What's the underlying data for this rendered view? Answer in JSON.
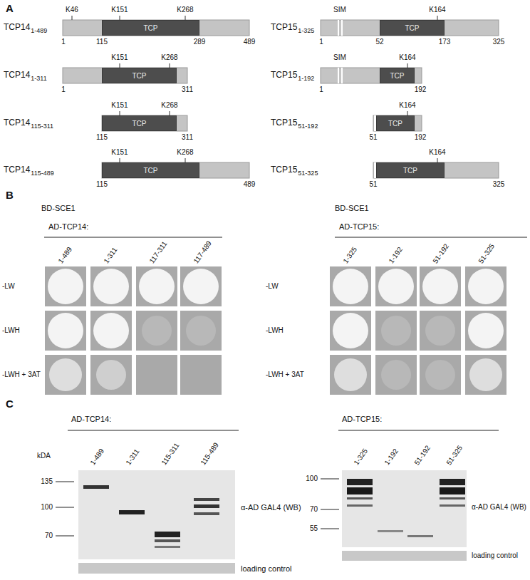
{
  "diagram": {
    "nodes": [
      {
        "text": [
          "TCP"
        ]
      },
      {
        "text": [
          "TCP"
        ]
      },
      {
        "text": [
          "TCP"
        ]
      },
      {
        "text": [
          "TCP"
        ]
      },
      {
        "text": [
          "TCP"
        ]
      },
      {
        "text": [
          "TCP"
        ]
      },
      {
        "text": [
          "TCP"
        ]
      },
      {
        "text": [
          "TCP"
        ]
      }
    ],
    "labels": [
      "A",
      "TCP14",
      "1-489",
      "K46",
      "K151",
      "K268",
      "1",
      "115",
      "289",
      "489",
      "TCP14",
      "1-311",
      "K151",
      "K268",
      "1",
      "311",
      "TCP14",
      "115-311",
      "K151",
      "K268",
      "115",
      "311",
      "TCP14",
      "115-489",
      "K151",
      "K268",
      "115",
      "489",
      "TCP15",
      "1-325",
      "SIM",
      "K164",
      "1",
      "52",
      "173",
      "325",
      "TCP15",
      "1-192",
      "SIM",
      "K164",
      "1",
      "192",
      "TCP15",
      "51-192",
      "K164",
      "51",
      "192",
      "TCP15",
      "51-325",
      "K164",
      "51",
      "325",
      "B",
      "BD-SCE1",
      "AD-TCP14:",
      "1-489",
      "1-311",
      "117-311",
      "117-489",
      "-LW",
      "-LWH",
      "-LWH + 3AT",
      "BD-SCE1",
      "AD-TCP15:",
      "1-325",
      "1-192",
      "51-192",
      "51-325",
      "-LW",
      "-LWH",
      "-LWH + 3AT",
      "C",
      "AD-TCP14:",
      "kDA",
      "1-489",
      "1-311",
      "115-311",
      "115-489",
      "135",
      "100",
      "70",
      "α-AD GAL4 (WB)",
      "loading control",
      "AD-TCP15:",
      "1-325",
      "1-192",
      "51-192",
      "51-325",
      "100",
      "70",
      "55",
      "α-AD GAL4 (WB)",
      "loading control"
    ]
  }
}
